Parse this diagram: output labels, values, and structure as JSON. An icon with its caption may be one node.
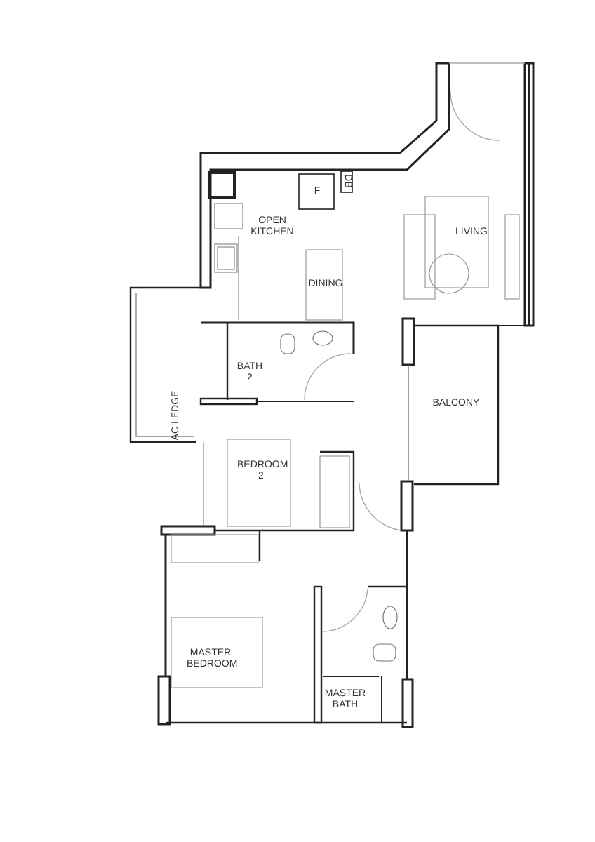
{
  "diagram": {
    "labels": [
      "OPEN KITCHEN",
      "F",
      "DB",
      "DINING",
      "LIVING",
      "BATH 2",
      "AC LEDGE",
      "BALCONY",
      "BEDROOM 2",
      "MASTER BEDROOM",
      "MASTER BATH"
    ]
  }
}
